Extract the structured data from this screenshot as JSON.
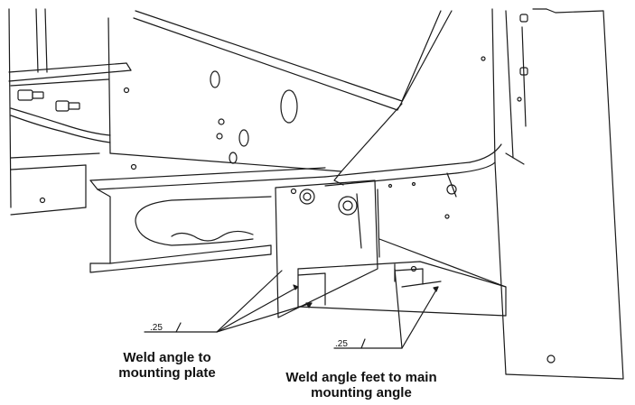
{
  "callouts": {
    "left": {
      "line1": "Weld angle to",
      "line2": "mounting plate",
      "weld_size": ".25"
    },
    "right": {
      "line1": "Weld angle feet to main",
      "line2": "mounting angle",
      "weld_size": ".25"
    }
  },
  "colors": {
    "stroke": "#1a1a1a",
    "background": "#ffffff",
    "text": "#111111"
  }
}
